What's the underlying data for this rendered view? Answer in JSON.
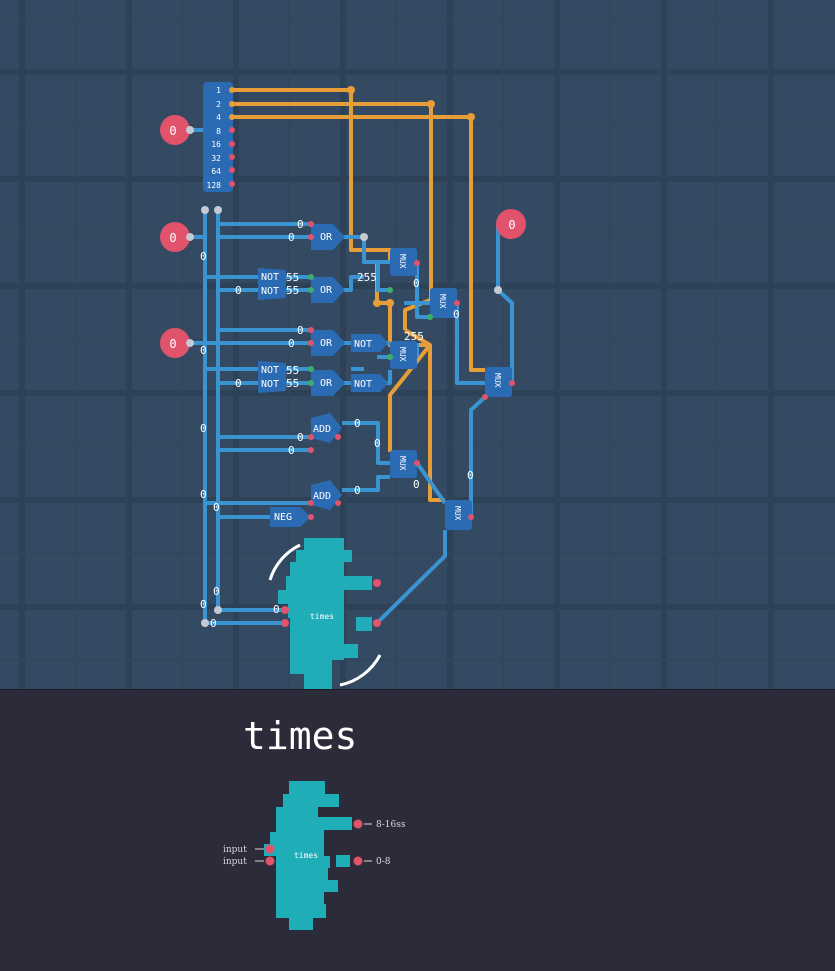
{
  "editor": {
    "component_name": "times",
    "bit_labels": [
      "1",
      "2",
      "4",
      "8",
      "16",
      "32",
      "64",
      "128"
    ],
    "input_values": [
      "0",
      "0",
      "0"
    ],
    "output_value": "0",
    "gates": {
      "or": "OR",
      "not": "NOT",
      "add": "ADD",
      "neg": "NEG",
      "mux": "MUX"
    },
    "wire_values": {
      "zero": "0",
      "const_255": "255",
      "partial_55": "55"
    }
  },
  "preview": {
    "title": "times",
    "chip_label": "times",
    "input_label_1": "input",
    "input_label_2": "input",
    "output_label_1": "8-16ss",
    "output_label_2": "0-8"
  },
  "colors": {
    "canvas_bg": "#344a63",
    "grid_line": "#2d4157",
    "panel_bg": "#2c2b3a",
    "wire_blue": "#3b94d2",
    "wire_orange": "#e79d38",
    "pin_red": "#e0536b",
    "pin_green": "#3cae6a",
    "chip_teal": "#1fadb7",
    "gate_blue": "#2b6bb3"
  }
}
